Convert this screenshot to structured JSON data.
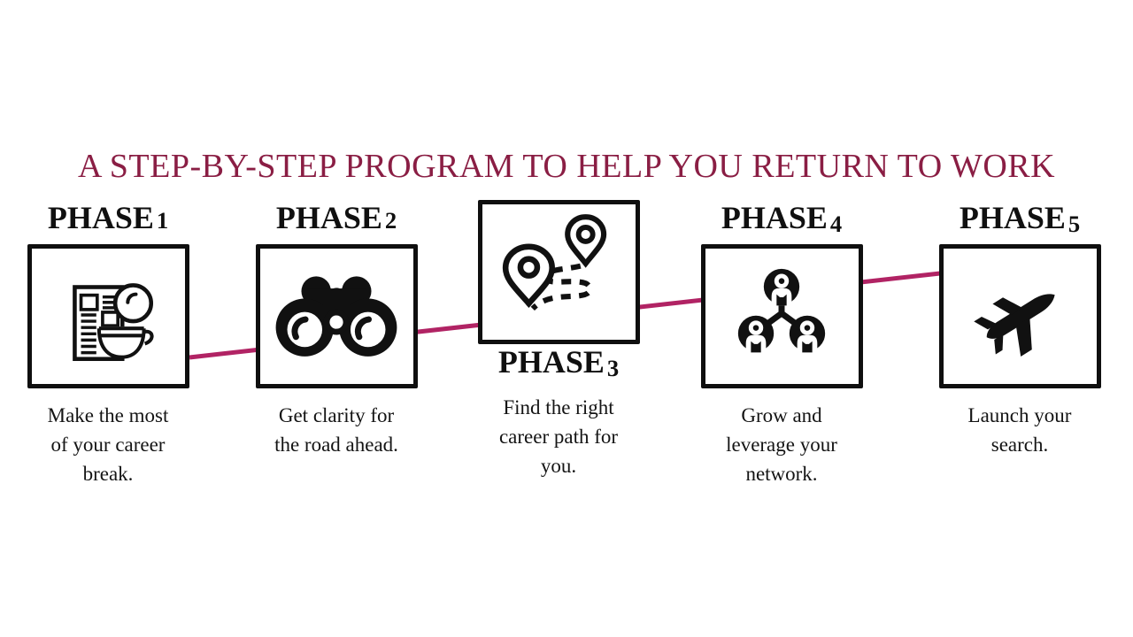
{
  "title": {
    "text": "A STEP-BY-STEP PROGRAM TO HELP YOU RETURN TO WORK",
    "color": "#8a1e44"
  },
  "connector": {
    "color": "#b12364"
  },
  "colors": {
    "background": "#ffffff",
    "text": "#141414",
    "box_border": "#0f0f0f",
    "icon": "#111111"
  },
  "phases": [
    {
      "heading_label": "PHASE",
      "heading_number": "1",
      "icon": "newspaper-coffee-clock-icon",
      "caption": "Make the most of your career break."
    },
    {
      "heading_label": "PHASE",
      "heading_number": "2",
      "icon": "binoculars-icon",
      "caption": "Get clarity for the road ahead."
    },
    {
      "heading_label": "PHASE",
      "heading_number": "3",
      "icon": "route-map-pins-icon",
      "caption": "Find the right career path for you."
    },
    {
      "heading_label": "PHASE",
      "heading_number": "4",
      "icon": "people-network-icon",
      "caption": "Grow and leverage your network."
    },
    {
      "heading_label": "PHASE",
      "heading_number": "5",
      "icon": "airplane-icon",
      "caption": "Launch your search."
    }
  ]
}
